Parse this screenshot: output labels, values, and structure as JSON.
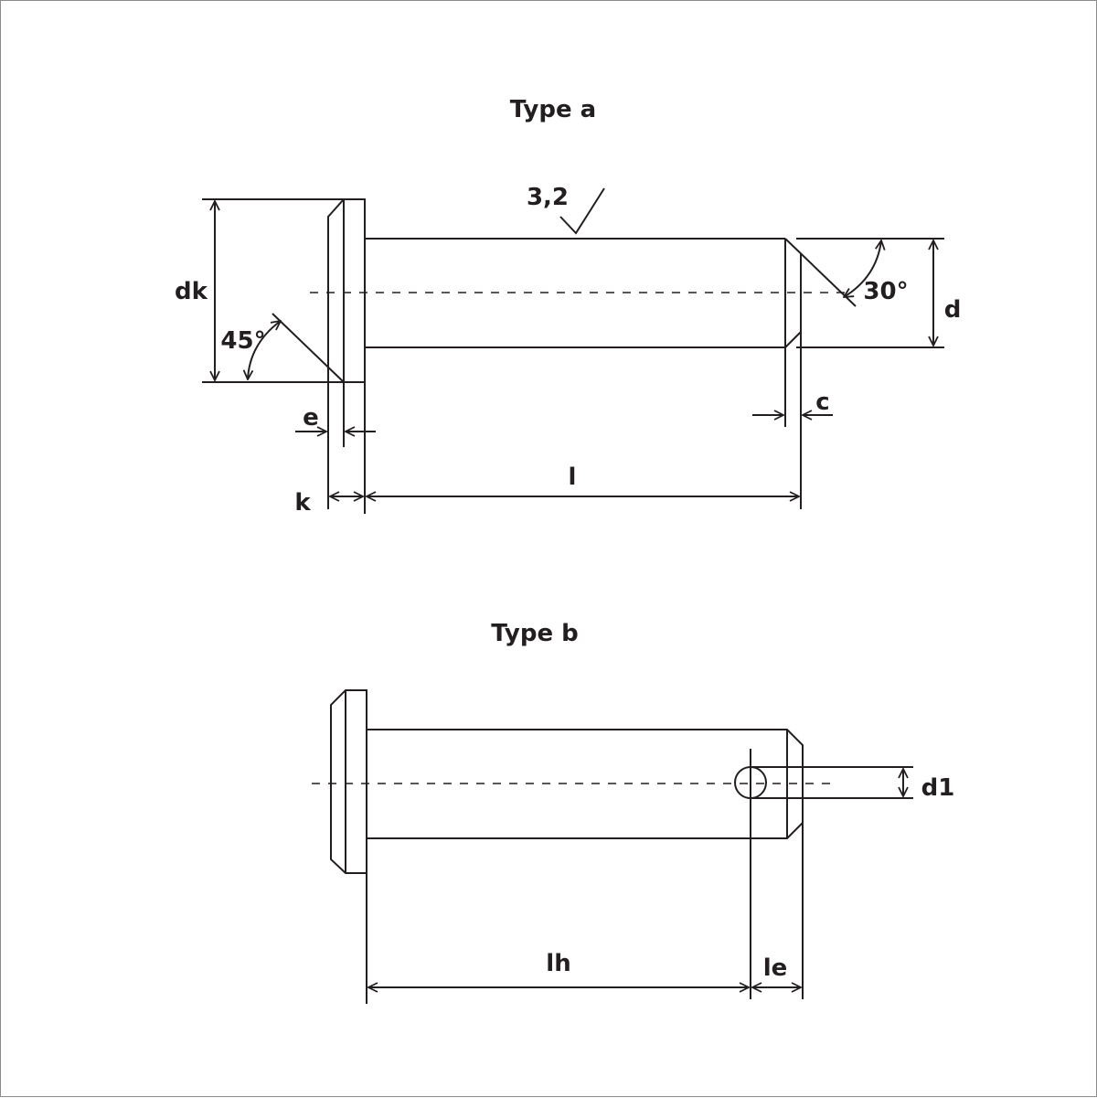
{
  "type_a": {
    "title": "Type a",
    "labels": {
      "surface_finish": "3,2",
      "head_diameter": "dk",
      "head_chamfer_angle": "45°",
      "end_chamfer_angle": "30°",
      "diameter": "d",
      "end_chamfer": "c",
      "head_edge": "e",
      "head_height": "k",
      "length": "l"
    }
  },
  "type_b": {
    "title": "Type b",
    "labels": {
      "hole_diameter": "d1",
      "hole_position": "lh",
      "hole_end_distance": "le"
    }
  }
}
